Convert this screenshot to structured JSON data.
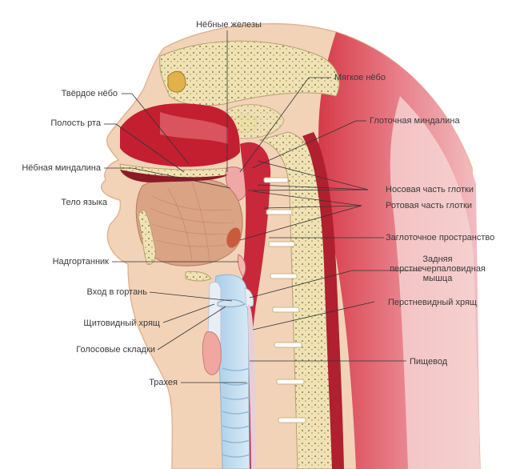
{
  "labels": {
    "palatine_glands": "Нёбные железы",
    "soft_palate": "Мягкое нёбо",
    "hard_palate": "Твёрдое нёбо",
    "oral_cavity": "Полость рта",
    "pharyngeal_tonsil": "Глоточная миндалина",
    "palatine_tonsil": "Нёбная миндалина",
    "nasopharynx": "Носовая часть глотки",
    "tongue_body": "Тело языка",
    "oropharynx": "Ротовая часть глотки",
    "retropharyngeal_space": "Заглоточное пространство",
    "epiglottis": "Надгортанник",
    "posterior_cricoarytenoid_1": "Задняя",
    "posterior_cricoarytenoid_2": "перстнечерпаловидная",
    "posterior_cricoarytenoid_3": "мышца",
    "laryngeal_inlet": "Вход в гортань",
    "cricoid_cartilage": "Перстневидный хрящ",
    "thyroid_cartilage": "Щитовидный хрящ",
    "vocal_folds": "Голосовые складки",
    "esophagus": "Пищевод",
    "trachea": "Трахея"
  },
  "colors": {
    "skin": "#f2d3b8",
    "skin_edge": "#e3b493",
    "bone": "#efe3b4",
    "muscle_dark": "#b81e2e",
    "muscle_light": "#d9505c",
    "tongue": "#d9a384",
    "airway": "#bcd9ee",
    "mucosa": "#f1b9ad",
    "leader": "#333333"
  }
}
